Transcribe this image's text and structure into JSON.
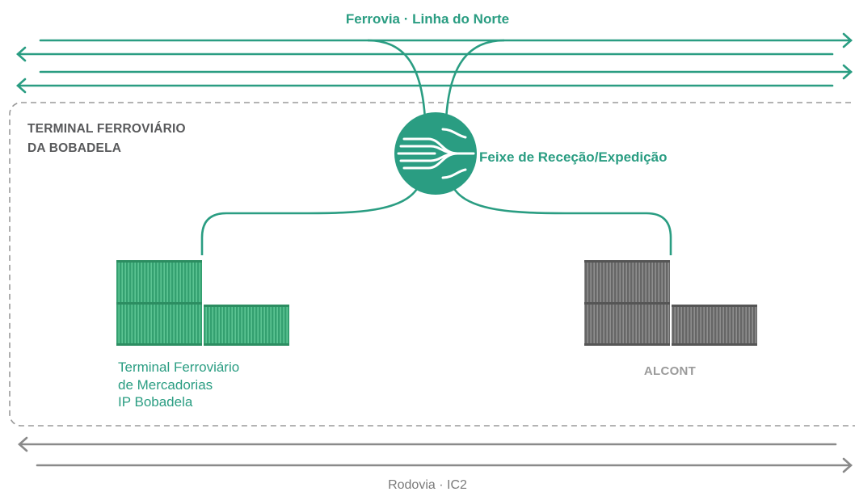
{
  "rail": {
    "title": "Ferrovia · Linha do Norte",
    "color": "#2a9d82"
  },
  "terminal": {
    "title_lines": [
      "TERMINAL FERROVIÁRIO",
      "DA BOBADELA"
    ],
    "border_color": "#9a9a9a"
  },
  "hub": {
    "label": "Feixe de Receção/Expedição",
    "icon": "rail-junction-icon"
  },
  "terminals": [
    {
      "label_lines": [
        "Terminal Ferroviário",
        "de Mercadorias",
        "IP Bobadela"
      ],
      "color": "#3aa677",
      "icon": "container-stack-icon"
    },
    {
      "label": "ALCONT",
      "color": "#6e6e6e",
      "icon": "container-stack-icon"
    }
  ],
  "road": {
    "title": "Rodovia · IC2",
    "color": "#7a7a7a"
  }
}
